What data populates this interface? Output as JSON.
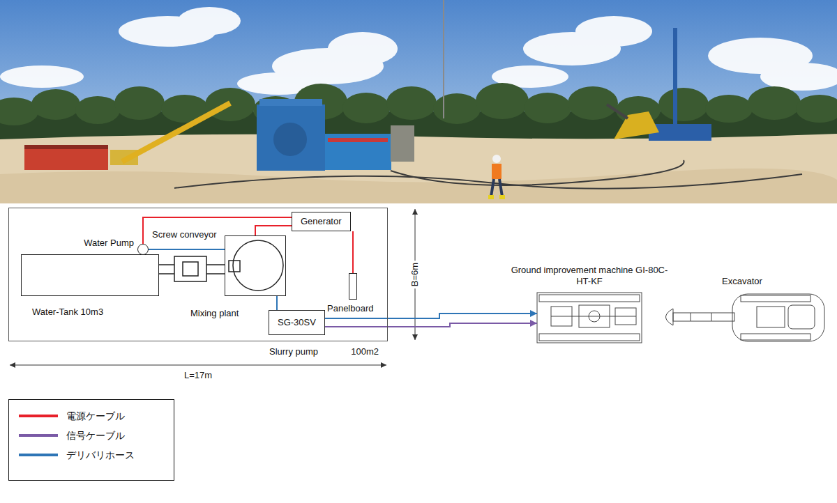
{
  "diagram": {
    "nodes": [
      {
        "text": [
          "100m2"
        ]
      },
      {
        "text": [
          "Generator"
        ],
        "in": 0
      },
      {
        "text": [
          "Water-Tank 10m3"
        ],
        "in": 0
      },
      {
        "text": [
          "Water Pump"
        ],
        "in": 0
      },
      {
        "text": [
          "Mixing plant"
        ],
        "in": 0
      },
      {
        "text": [
          "SG-30SV",
          "Slurry pump"
        ],
        "in": 0
      },
      {
        "text": [
          "Panelboard"
        ],
        "in": 0
      },
      {
        "text": [
          "Ground improvement machine GI-80C-HT-KF"
        ]
      },
      {
        "text": [
          "Excavator"
        ]
      }
    ],
    "edges": [
      {
        "from": 1,
        "to": 3,
        "arrow": "none"
      },
      {
        "from": 1,
        "to": 4,
        "arrow": "none"
      },
      {
        "from": 1,
        "to": 6,
        "arrow": "none"
      },
      {
        "from": 3,
        "to": 4,
        "arrow": "none"
      },
      {
        "from": 4,
        "to": 5,
        "arrow": "none"
      },
      {
        "from": 5,
        "to": 7,
        "arrow": "to"
      },
      {
        "from": 5,
        "to": 7,
        "arrow": "to"
      }
    ],
    "labels": [
      "Screw conveyor",
      "B=6m",
      "L=17m"
    ],
    "legend": [
      {
        "text": "電源ケーブル",
        "color": "#e8202a"
      },
      {
        "text": "信号ケーブル",
        "color": "#7a5aa6"
      },
      {
        "text": "デリバリホース",
        "color": "#2e75b6"
      }
    ]
  }
}
